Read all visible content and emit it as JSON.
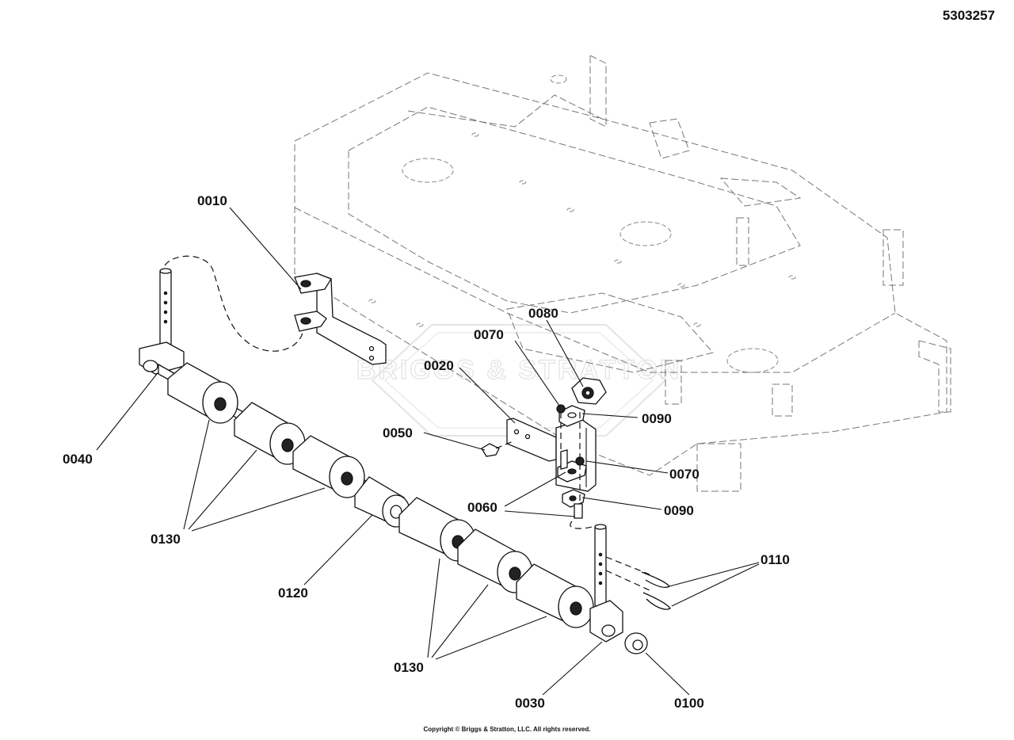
{
  "document": {
    "number": "5303257",
    "copyright": "Copyright © Briggs & Stratton, LLC. All rights reserved."
  },
  "watermark": {
    "text": "BRIGGS & STRATTON"
  },
  "callouts": [
    "0010",
    "0020",
    "0030",
    "0040",
    "0050",
    "0060",
    "0070",
    "0070",
    "0080",
    "0090",
    "0090",
    "0100",
    "0110",
    "0120",
    "0130",
    "0130"
  ],
  "colors": {
    "line": "#111111",
    "phantom": "#777777",
    "watermark": "#e2e2e2"
  }
}
